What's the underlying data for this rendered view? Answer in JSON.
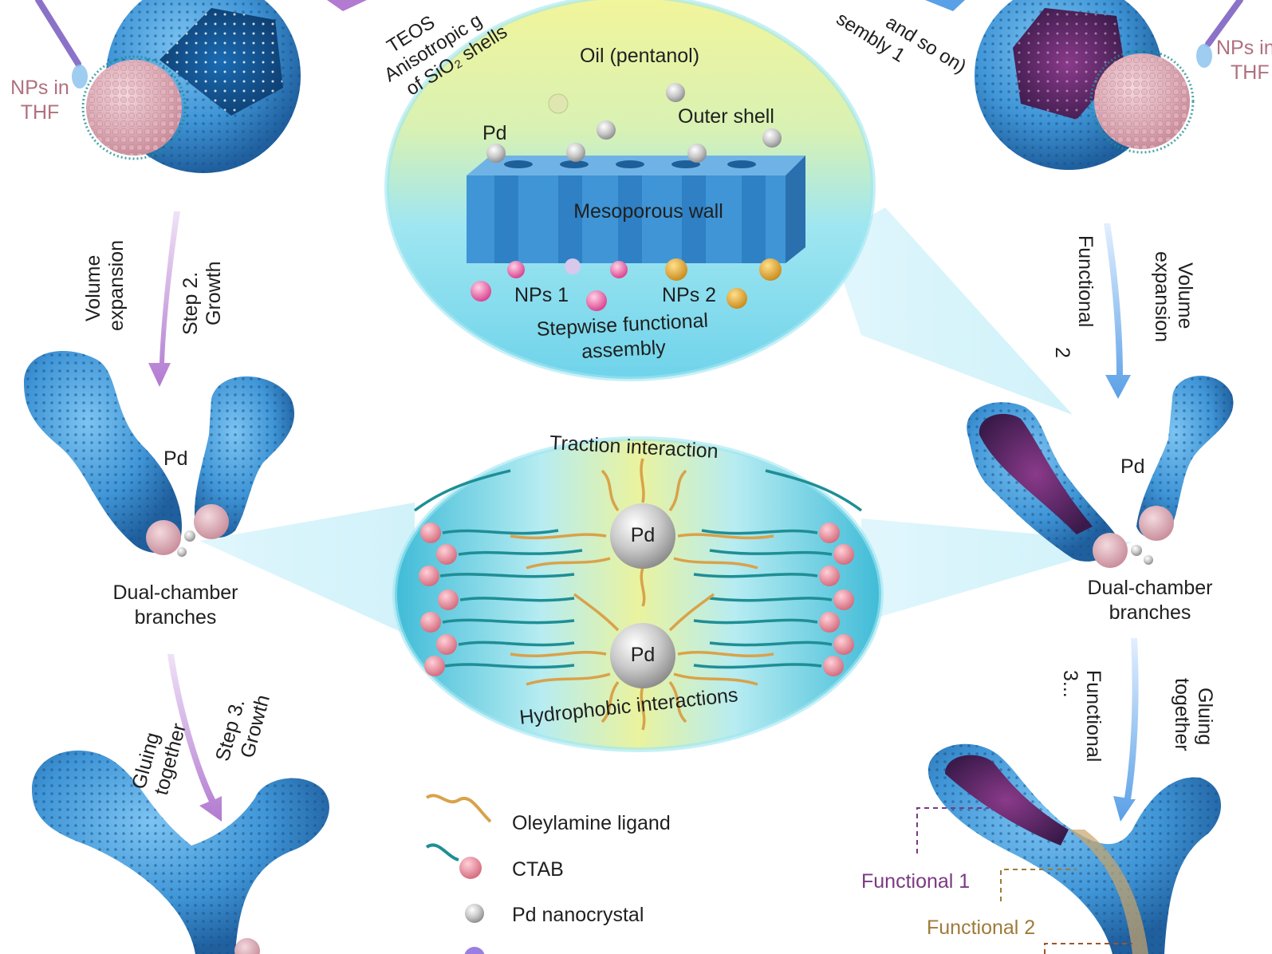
{
  "labels": {
    "nps_in_thf_left": [
      "NPs in",
      "THF"
    ],
    "nps_in_thf_right": [
      "NPs in",
      "THF"
    ],
    "arrow_top_left": [
      "TEOS",
      "Anisotropic g",
      "of SiO₂ shells"
    ],
    "arrow_top_right": [
      "and so on)",
      "sembly 1"
    ],
    "bubble_top": {
      "oil": "Oil (pentanol)",
      "outer_shell": "Outer shell",
      "pd": "Pd",
      "wall": "Mesoporous wall",
      "nps1": "NPs 1",
      "nps2": "NPs 2",
      "assembly": [
        "Stepwise functional",
        "assembly"
      ]
    },
    "left_step2": {
      "a": [
        "Volume",
        "expansion"
      ],
      "b": [
        "Step 2.",
        "Growth"
      ]
    },
    "left_step3": {
      "a": [
        "Gluing",
        "together"
      ],
      "b": [
        "Step 3.",
        "Growth"
      ]
    },
    "right_step2": {
      "a": [
        "Functional",
        "2"
      ],
      "b": [
        "Volume",
        "expansion"
      ]
    },
    "right_step3": {
      "a": [
        "Functional",
        "3..."
      ],
      "b": [
        "Gluing",
        "together"
      ]
    },
    "pd_left": "Pd",
    "pd_right": "Pd",
    "dual_left": [
      "Dual-chamber",
      "branches"
    ],
    "dual_right": [
      "Dual-chamber",
      "branches"
    ],
    "bubble_mid": {
      "traction": "Traction interaction",
      "hydrophobic": "Hydrophobic interactions",
      "pd1": "Pd",
      "pd2": "Pd"
    },
    "functional1": "Functional 1",
    "functional2": "Functional 2"
  },
  "legend": [
    {
      "symbol": "oleylamine-ligand",
      "label": "Oleylamine ligand"
    },
    {
      "symbol": "ctab",
      "label": "CTAB"
    },
    {
      "symbol": "pd-nanocrystal",
      "label": "Pd nanocrystal"
    }
  ],
  "colors": {
    "shell_blue": "#3f95d6",
    "shell_dark": "#1f5f9e",
    "bubble_cyan": "#aef0f8",
    "bubble_yellow": "#eef39a",
    "np_pink": "#e46aa7",
    "np_gold": "#e0a53a",
    "ctab_teal": "#1f8e95",
    "oleylamine": "#d9a24a",
    "pd_grey": "#bdbdbd",
    "arrow_purple": "#b27ad1",
    "arrow_blue": "#5aa0e6",
    "functional1": "#7a3a82",
    "functional2": "#a07a3a"
  }
}
